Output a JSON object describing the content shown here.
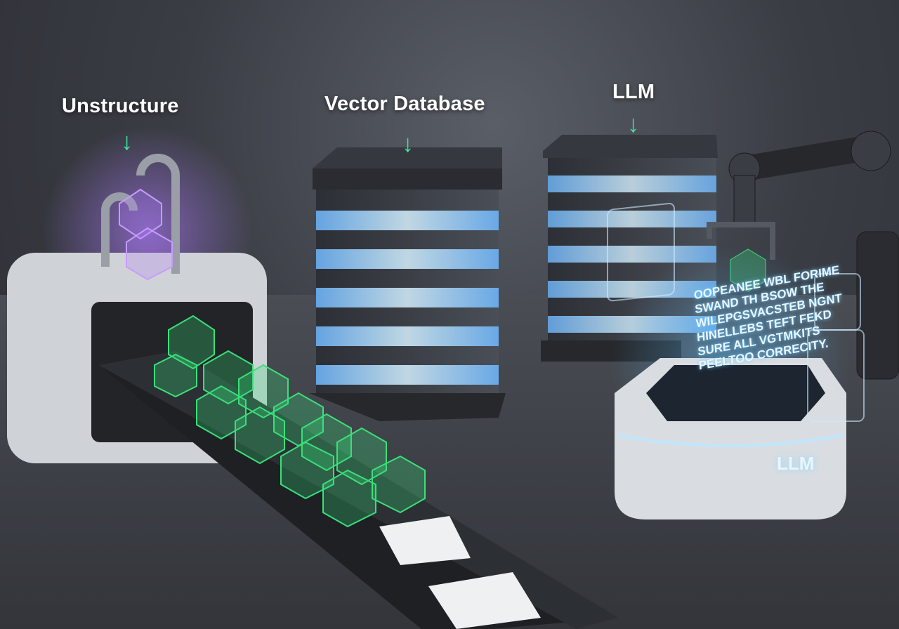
{
  "labels": {
    "unstructure": "Unstructure",
    "vector_database": "Vector Database",
    "llm": "LLM",
    "llm_base": "LLM"
  },
  "arrow_icon": "down-arrow",
  "hologram_lines": [
    "OOPEANEE WBL FORIME",
    "SWAND TH BSOW THE",
    "WILEPGSVACSTEB NGNT",
    "HINELLEBS TEFT FEKD",
    "SURE ALL VGTMKITS",
    "PEELTOO CORRECITY."
  ],
  "colors": {
    "accent_green": "#3ee6a2",
    "glow_green": "#37e07a",
    "glow_purple": "#b07cff",
    "glow_blue": "#8fd8ff"
  }
}
